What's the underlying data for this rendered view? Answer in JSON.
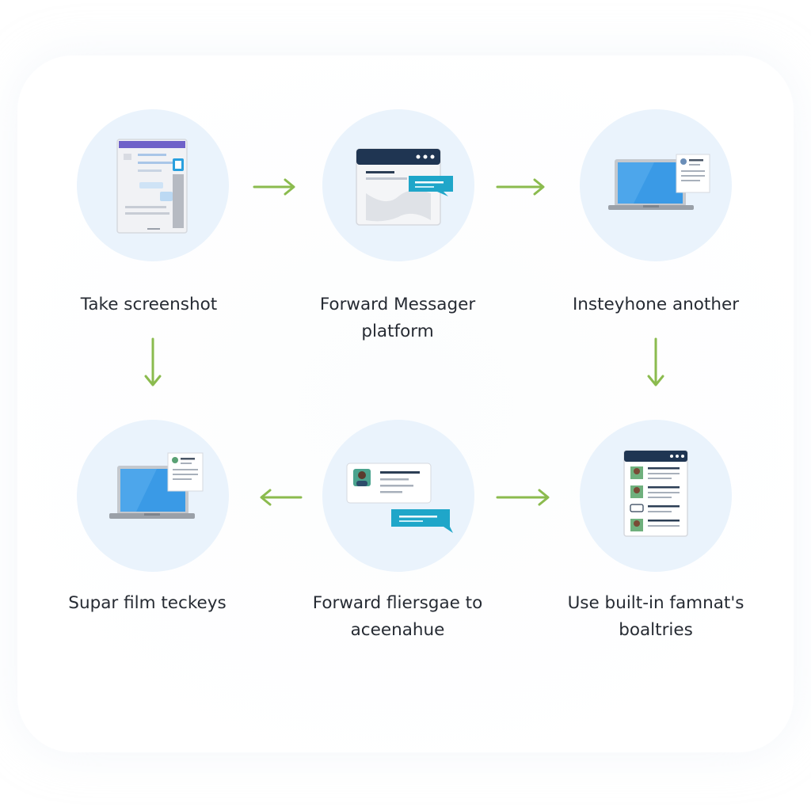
{
  "steps": [
    {
      "label": "Take screenshot"
    },
    {
      "label": "Forward Messager platform"
    },
    {
      "label": "Insteyhone another"
    },
    {
      "label": "Supar film teckeys"
    },
    {
      "label": "Forward fliersgae to aceenahue"
    },
    {
      "label": "Use built-in famnat's boaltries"
    }
  ],
  "colors": {
    "arrow": "#8bbb4e",
    "circle": "#eaf3fc",
    "window_bar": "#1f3552",
    "chat_bubble": "#1fa6c9",
    "laptop_screen": "#3a9ae6"
  },
  "icons": [
    "phone-screenshot-icon",
    "browser-message-icon",
    "laptop-chat-icon",
    "laptop-chat-icon",
    "chat-conversation-icon",
    "contact-list-window-icon"
  ]
}
